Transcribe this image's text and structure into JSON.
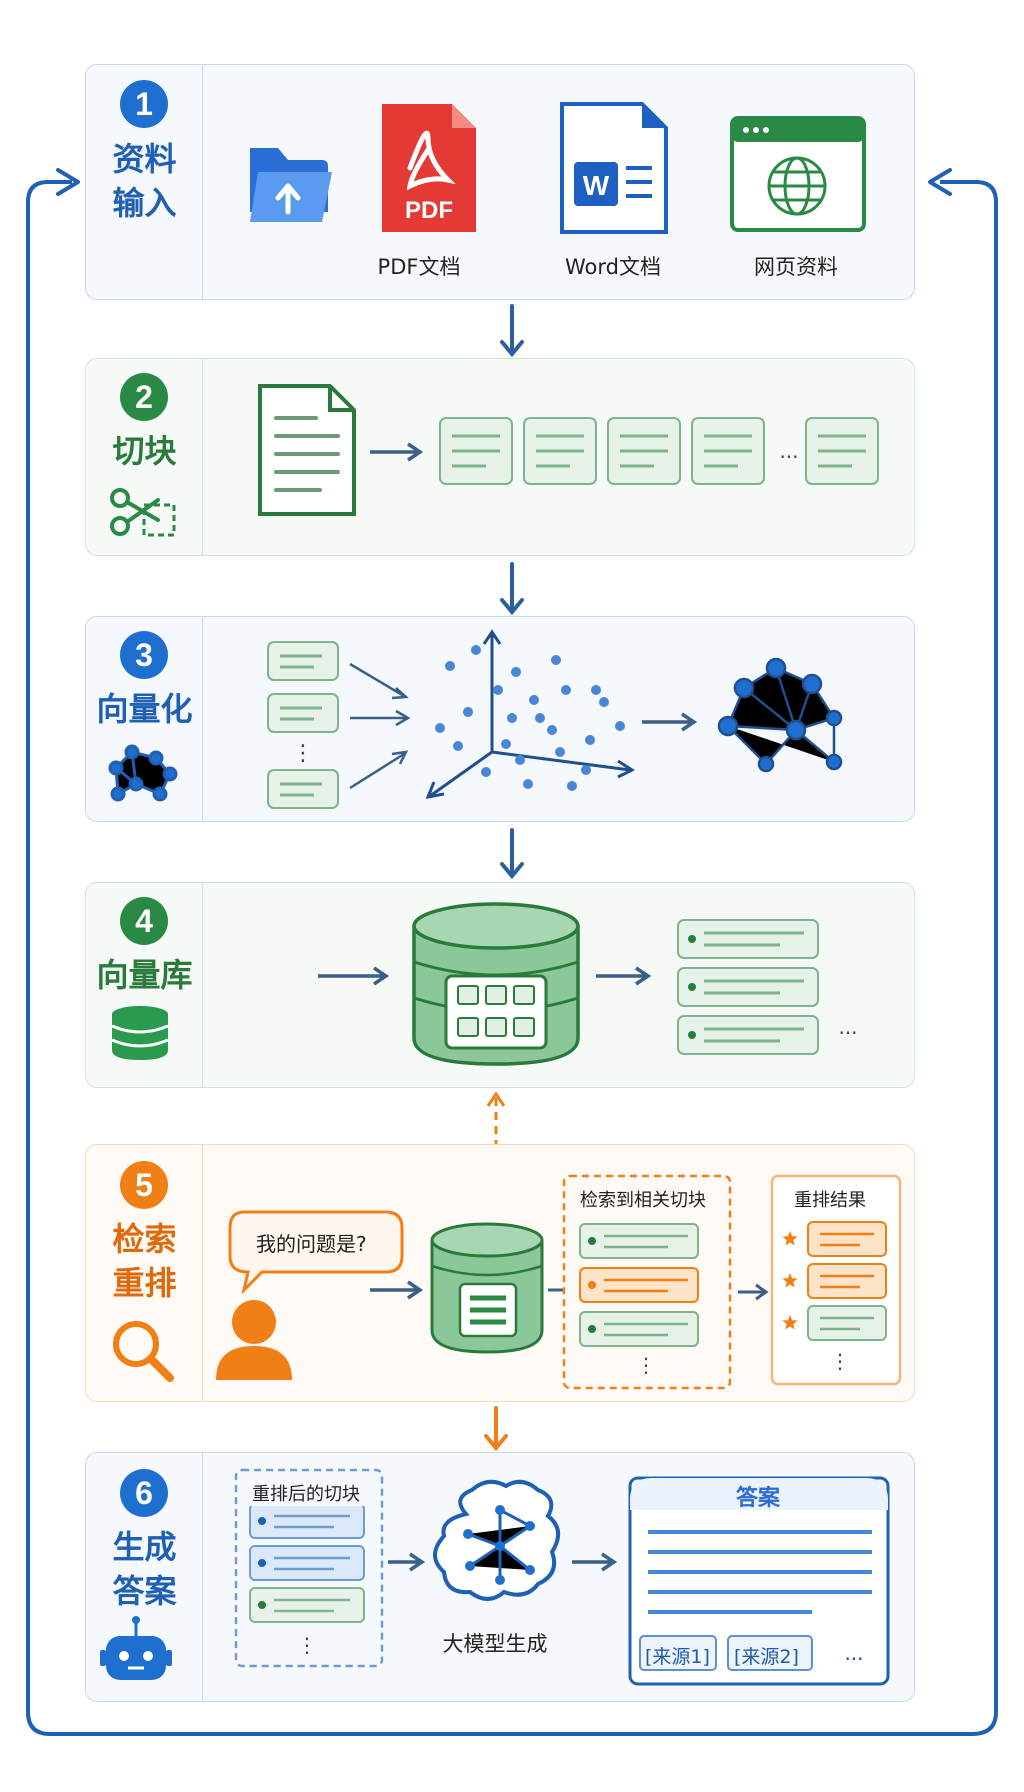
{
  "steps": [
    {
      "number": "1",
      "title": [
        "资料",
        "输入"
      ],
      "color": "#1f6fd1"
    },
    {
      "number": "2",
      "title": [
        "切块"
      ],
      "color": "#2a8a45"
    },
    {
      "number": "3",
      "title": [
        "向量化"
      ],
      "color": "#1f6fd1"
    },
    {
      "number": "4",
      "title": [
        "向量库"
      ],
      "color": "#2a8a45"
    },
    {
      "number": "5",
      "title": [
        "检索",
        "重排"
      ],
      "color": "#f07f16"
    },
    {
      "number": "6",
      "title": [
        "生成",
        "答案"
      ],
      "color": "#1f6fd1"
    }
  ],
  "inputs": {
    "pdf_badge": "PDF",
    "word_badge": "W",
    "pdf_label": "PDF文档",
    "word_label": "Word文档",
    "web_label": "网页资料"
  },
  "chunking": {
    "ellipsis": "..."
  },
  "vectorize": {
    "ellipsis": "⋮"
  },
  "vector_db": {
    "ellipsis": "..."
  },
  "retrieval": {
    "question": "我的问题是?",
    "retrieved_label": "检索到相关切块",
    "rerank_label": "重排结果",
    "ellipsis": "⋮"
  },
  "generate": {
    "reranked_label": "重排后的切块",
    "llm_label": "大模型生成",
    "answer_title": "答案",
    "source1": "[来源1]",
    "source2": "[来源2]",
    "ellipsis": "...",
    "chunk_ellipsis": "⋮"
  },
  "colors": {
    "blue": "#1f6fd1",
    "green": "#2a8a45",
    "orange": "#f07f16",
    "arrow": "#3b5f86"
  }
}
